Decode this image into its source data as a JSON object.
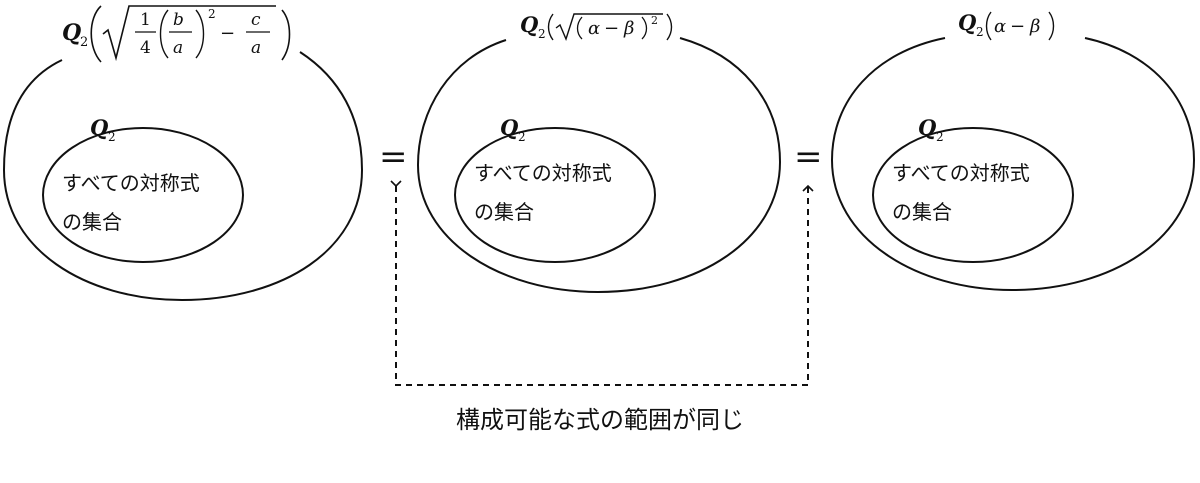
{
  "diagram": {
    "sets": [
      {
        "outer_label_Q": "Q",
        "outer_label_sub": "2",
        "outer_expr": {
          "num_1": "1",
          "den_4": "4",
          "b": "b",
          "a1": "a",
          "square": "2",
          "minus": "−",
          "c": "c",
          "a2": "a"
        },
        "inner_label_Q": "Q",
        "inner_label_sub": "2",
        "inner_line1": "すべての対称式",
        "inner_line2": "の集合"
      },
      {
        "outer_label_Q": "Q",
        "outer_label_sub": "2",
        "outer_expr": {
          "alpha": "α",
          "minus": "−",
          "beta": "β",
          "square": "2"
        },
        "inner_label_Q": "Q",
        "inner_label_sub": "2",
        "inner_line1": "すべての対称式",
        "inner_line2": "の集合"
      },
      {
        "outer_label_Q": "Q",
        "outer_label_sub": "2",
        "outer_expr": {
          "alpha": "α",
          "minus": "−",
          "beta": "β"
        },
        "inner_label_Q": "Q",
        "inner_label_sub": "2",
        "inner_line1": "すべての対称式",
        "inner_line2": "の集合"
      }
    ],
    "equals_1": "=",
    "equals_2": "=",
    "bottom_caption": "構成可能な式の範囲が同じ"
  }
}
